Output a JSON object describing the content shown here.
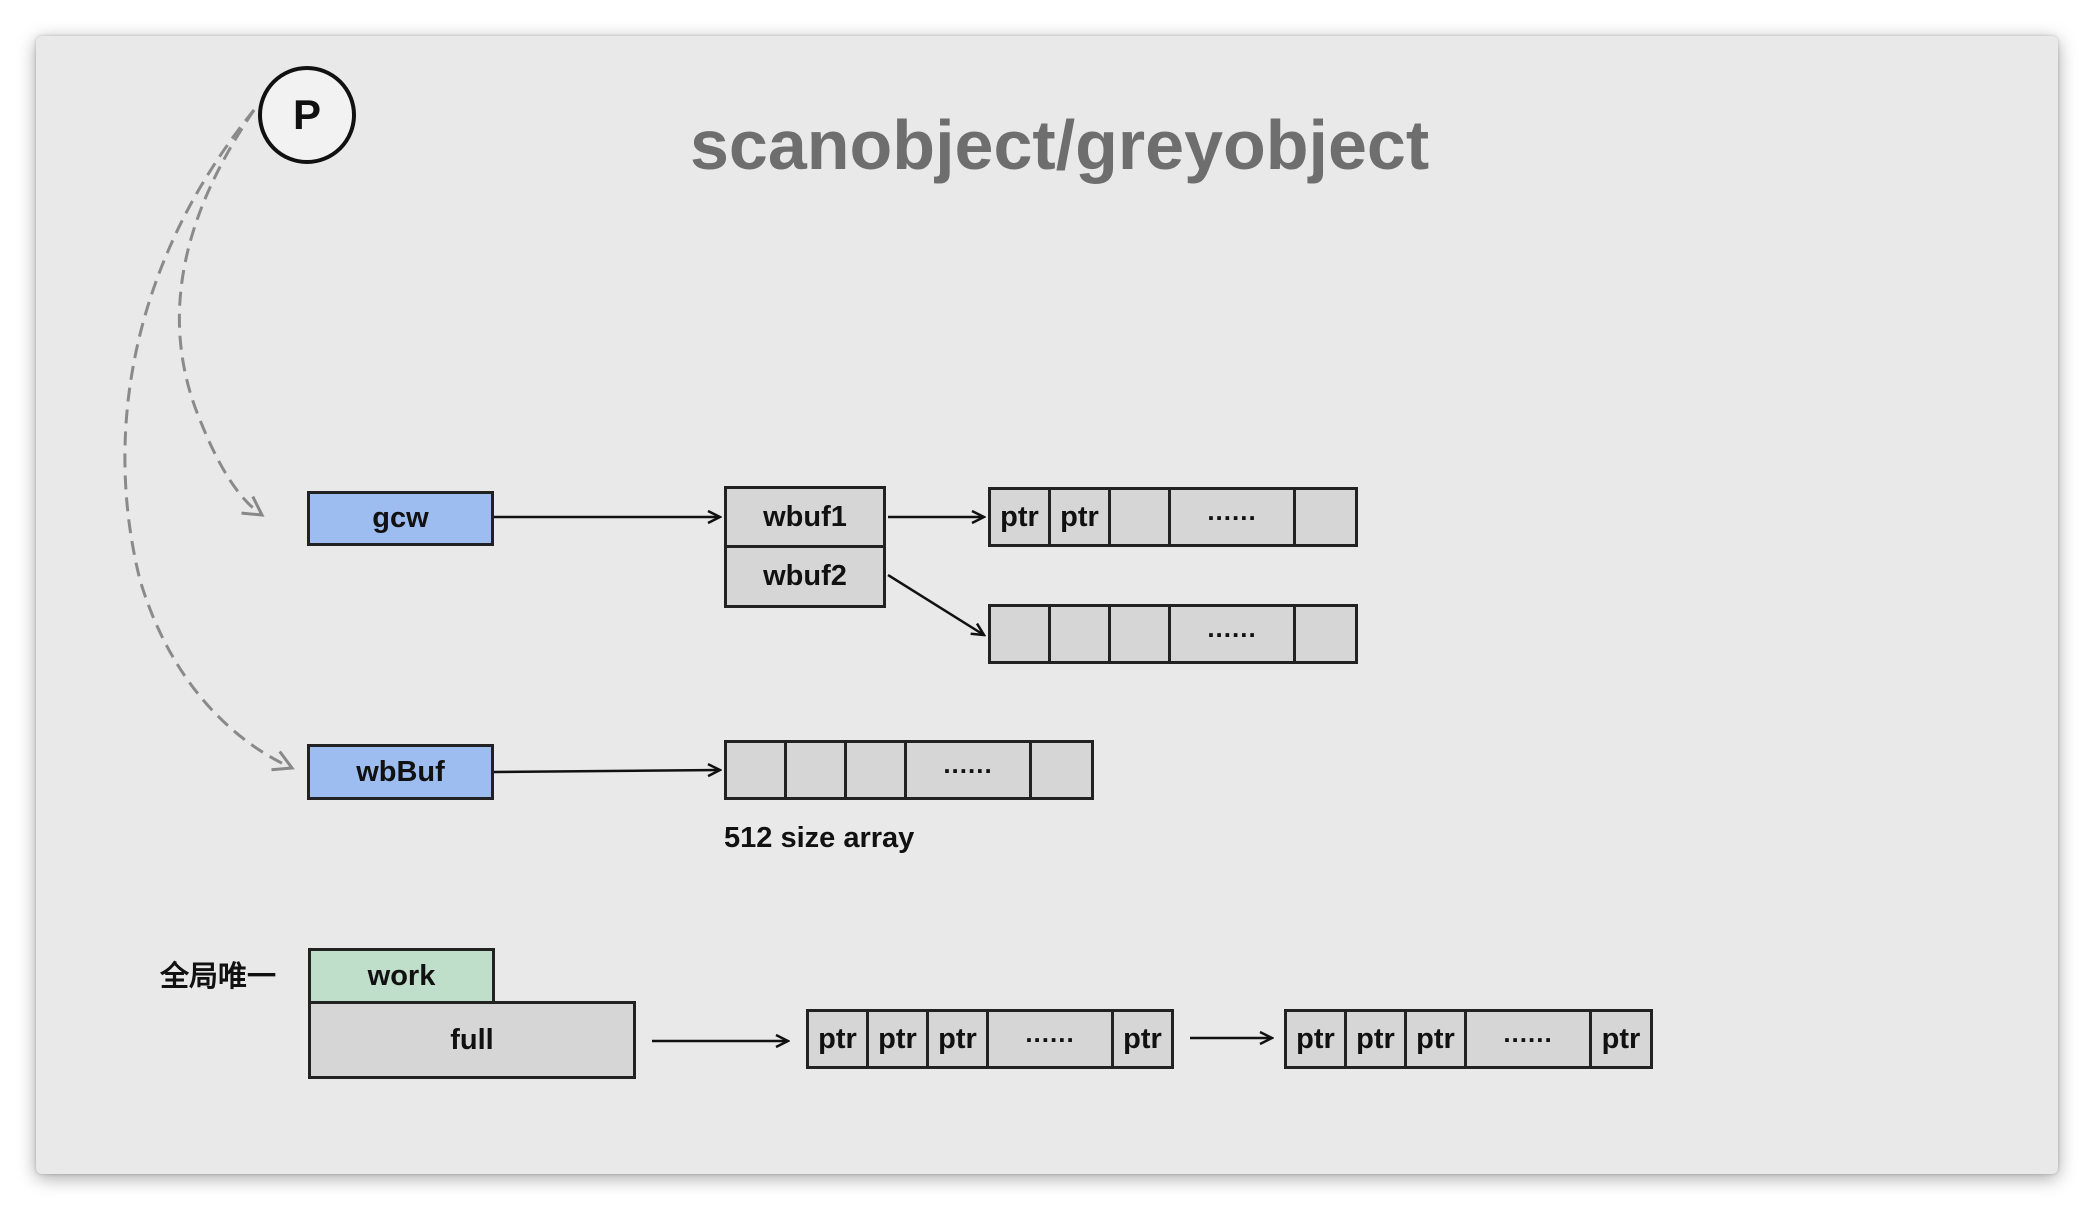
{
  "title": "scanobject/greyobject",
  "p_node": "P",
  "gcw": {
    "label": "gcw",
    "wbuf1": "wbuf1",
    "wbuf2": "wbuf2",
    "array1": [
      "ptr",
      "ptr",
      "",
      "......",
      ""
    ],
    "array2": [
      "",
      "",
      "",
      "......",
      ""
    ]
  },
  "wbBuf": {
    "label": "wbBuf",
    "array": [
      "",
      "",
      "",
      "......",
      ""
    ],
    "caption": "512 size array"
  },
  "global": {
    "label": "全局唯一",
    "work": "work",
    "full": "full",
    "array1": [
      "ptr",
      "ptr",
      "ptr",
      "......",
      "ptr"
    ],
    "array2": [
      "ptr",
      "ptr",
      "ptr",
      "......",
      "ptr"
    ]
  },
  "colors": {
    "background": "#e9e9e9",
    "gcw_box": "#9dbcef",
    "wbBuf_box": "#9dbcef",
    "work_box": "#bfdfca",
    "array": "#d6d6d6",
    "title": "#6e6e6e"
  }
}
